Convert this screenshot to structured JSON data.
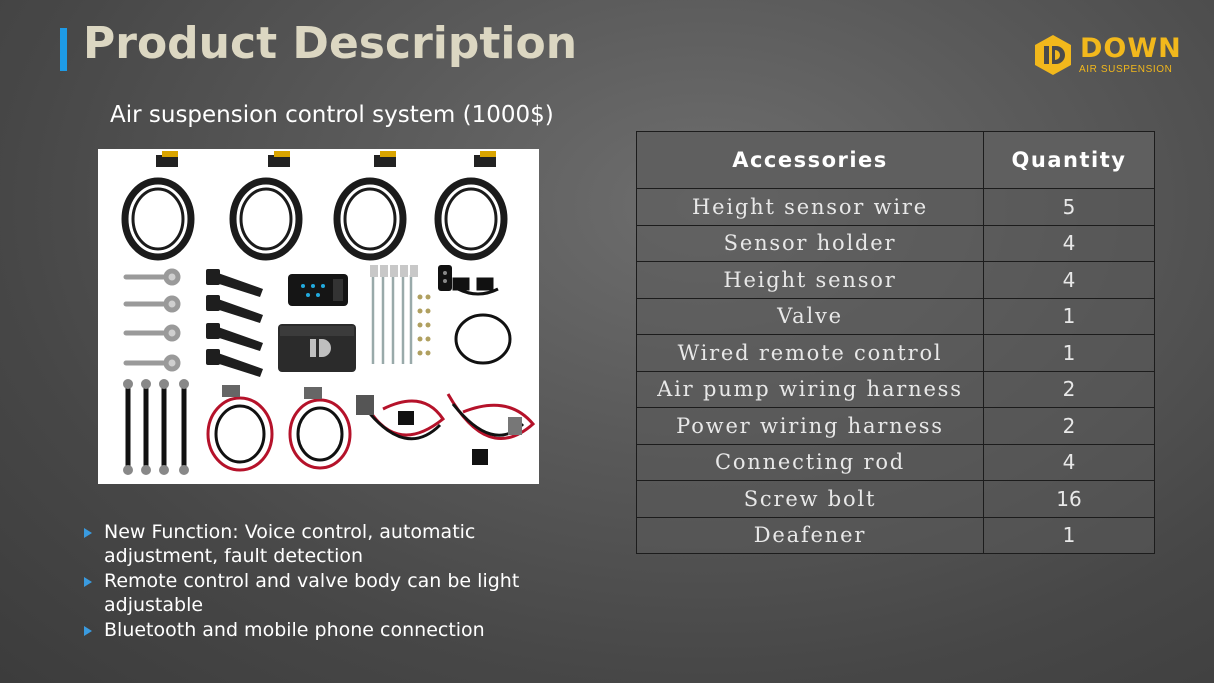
{
  "slide": {
    "title": "Product Description",
    "subtitle": "Air suspension control system (1000$)"
  },
  "brand": {
    "name": "DOWN",
    "tagline": "AIR SUSPENSION",
    "color": "#f2b81c"
  },
  "colors": {
    "accent_bar": "#1e9be6",
    "title_text": "#dcd7c2",
    "bullet": "#3a9be0"
  },
  "features": [
    "New Function: Voice control, automatic adjustment, fault detection",
    "Remote control and valve body can be light adjustable",
    "Bluetooth and mobile phone connection"
  ],
  "table": {
    "headers": [
      "Accessories",
      "Quantity"
    ],
    "rows": [
      {
        "item": "Height sensor wire",
        "qty": "5"
      },
      {
        "item": "Sensor holder",
        "qty": "4"
      },
      {
        "item": "Height sensor",
        "qty": "4"
      },
      {
        "item": "Valve",
        "qty": "1"
      },
      {
        "item": "Wired remote control",
        "qty": "1"
      },
      {
        "item": "Air pump wiring harness",
        "qty": "2"
      },
      {
        "item": "Power wiring harness",
        "qty": "2"
      },
      {
        "item": "Connecting rod",
        "qty": "4"
      },
      {
        "item": "Screw bolt",
        "qty": "16"
      },
      {
        "item": "Deafener",
        "qty": "1"
      }
    ]
  }
}
